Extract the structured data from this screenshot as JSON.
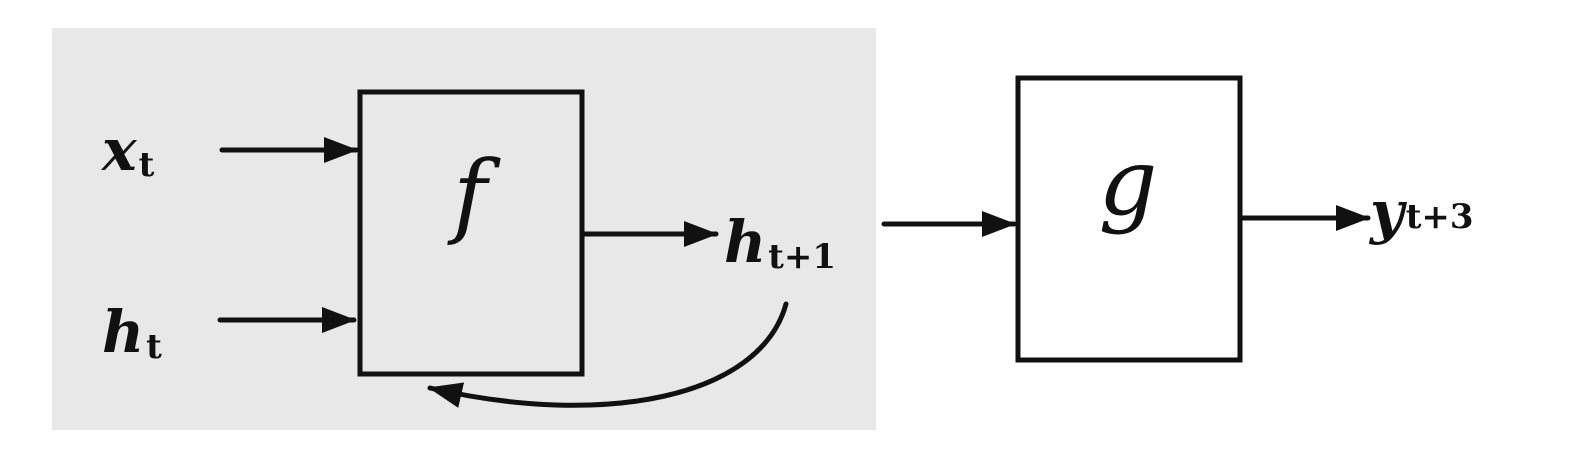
{
  "colors": {
    "background": "#ffffff",
    "highlight_region": "#e8e8e8",
    "box_fill": "#e8e8e8",
    "box_fill_output": "#ffffff",
    "stroke": "#111111"
  },
  "inputs": {
    "x_main": "x",
    "x_sub": "t",
    "h_main": "h",
    "h_sub": "t"
  },
  "function_f": {
    "label": "f"
  },
  "hidden_output": {
    "main": "h",
    "sub": "t+1"
  },
  "function_g": {
    "label": "g"
  },
  "final_output": {
    "main": "y",
    "sub": "t+3"
  }
}
